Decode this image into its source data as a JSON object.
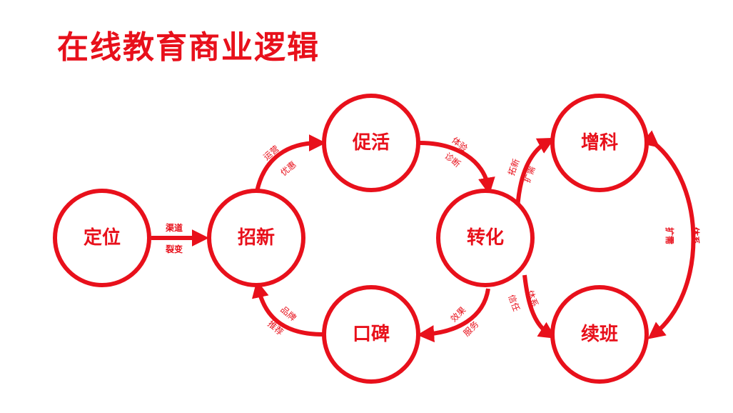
{
  "title": "在线教育商业逻辑",
  "colors": {
    "accent": "#e8101b",
    "background": "#ffffff"
  },
  "nodes": {
    "dingwei": "定位",
    "zhaoxin": "招新",
    "cuhuo": "促活",
    "zhuanhua": "转化",
    "koubei": "口碑",
    "zengke": "增科",
    "xuban": "续班"
  },
  "edges": {
    "dingwei_zhaoxin": [
      "渠道",
      "裂变"
    ],
    "zhaoxin_cuhuo": [
      "运营",
      "优惠"
    ],
    "cuhuo_zhuanhua": [
      "体验",
      "诊断"
    ],
    "zhuanhua_koubei": [
      "效果",
      "服务"
    ],
    "koubei_zhaoxin": [
      "品牌",
      "推荐"
    ],
    "zhuanhua_zengke": [
      "拓新",
      "扩需"
    ],
    "zhuanhua_xuban": [
      "体系",
      "信任"
    ],
    "zengke_xuban": [
      "体系",
      "扩需"
    ]
  }
}
